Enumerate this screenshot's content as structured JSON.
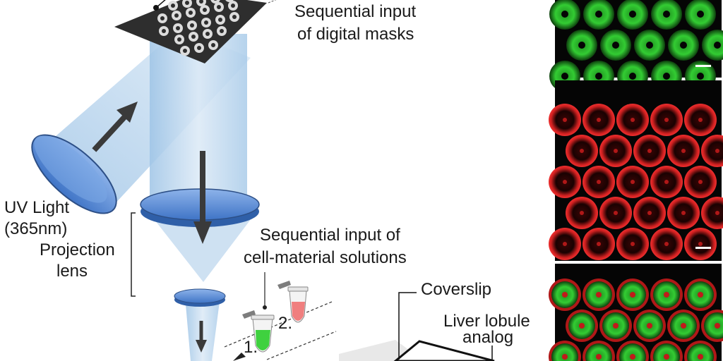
{
  "labels": {
    "masks_line1": "Sequential input",
    "masks_line2": "of digital masks",
    "uv_line1": "UV Light",
    "uv_line2": "(365nm)",
    "proj_line1": "Projection",
    "proj_line2": "lens",
    "solutions_line1": "Sequential input of",
    "solutions_line2": "cell-material solutions",
    "step1": "1.",
    "step2": "2.",
    "coverslip": "Coverslip",
    "lobule_line1": "Liver lobule",
    "lobule_line2": "analog"
  },
  "colors": {
    "beam": "#b8d4ec",
    "lens": "#5d8fd6",
    "arrow": "#3a3a3a",
    "green_tube": "#3fd13f",
    "red_tube": "#f07f7f",
    "green_fluor": "#2fbf2f",
    "red_fluor": "#d42020",
    "panel_bg": "#050505"
  },
  "micrographs": [
    {
      "name": "green channel",
      "scale_bar": true
    },
    {
      "name": "red channel",
      "scale_bar": true
    },
    {
      "name": "merged channels",
      "scale_bar": false
    }
  ]
}
